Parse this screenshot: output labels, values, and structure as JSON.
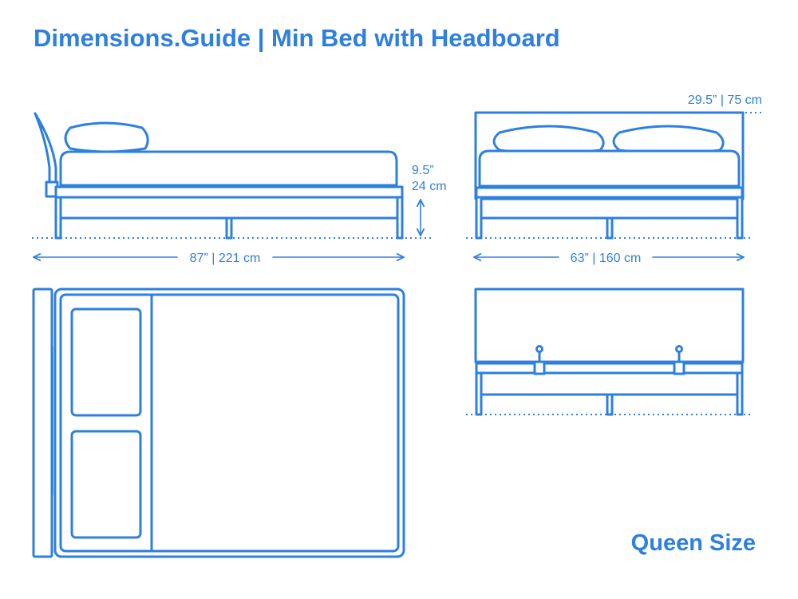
{
  "header": {
    "title": "Dimensions.Guide | Min Bed with Headboard"
  },
  "side_view": {
    "length_label": "87” | 221 cm",
    "height_label_in": "9.5”",
    "height_label_cm": "24 cm"
  },
  "front_view": {
    "width_label": "63” | 160 cm",
    "height_label": "29.5” | 75 cm"
  },
  "footer": {
    "size_label": "Queen Size"
  },
  "colors": {
    "accent": "#2d7fe0",
    "background": "#ffffff"
  }
}
